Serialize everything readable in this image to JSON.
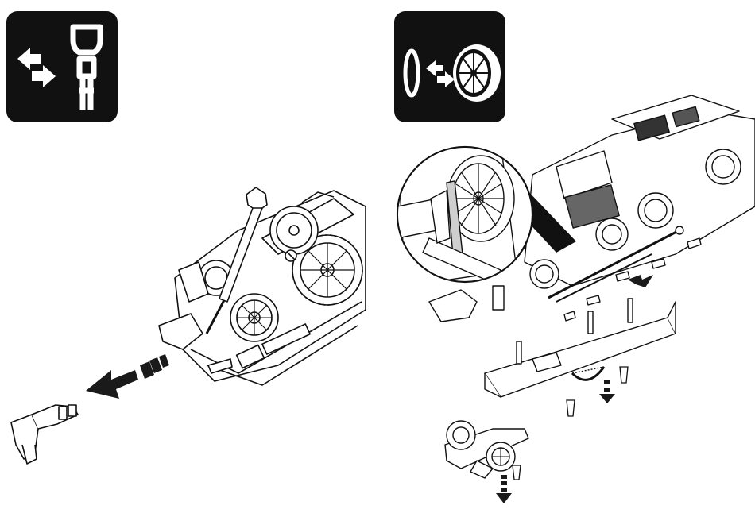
{
  "panels": [
    {
      "id": "coupler-replacement",
      "icon": "coupler-swap-icon",
      "steps": [
        "insert-screwdriver",
        "lever-coupler",
        "pull-out-coupler"
      ]
    },
    {
      "id": "traction-tire-replacement",
      "icon": "traction-tire-icon",
      "steps": [
        "remove-side-rods",
        "remove-screws",
        "remove-chassis-plate",
        "remove-bogie",
        "replace-traction-tire"
      ]
    }
  ],
  "colors": {
    "ink": "#111111",
    "paper": "#ffffff",
    "shade": "#cfcfcf",
    "arrow": "#1a1a1a"
  }
}
